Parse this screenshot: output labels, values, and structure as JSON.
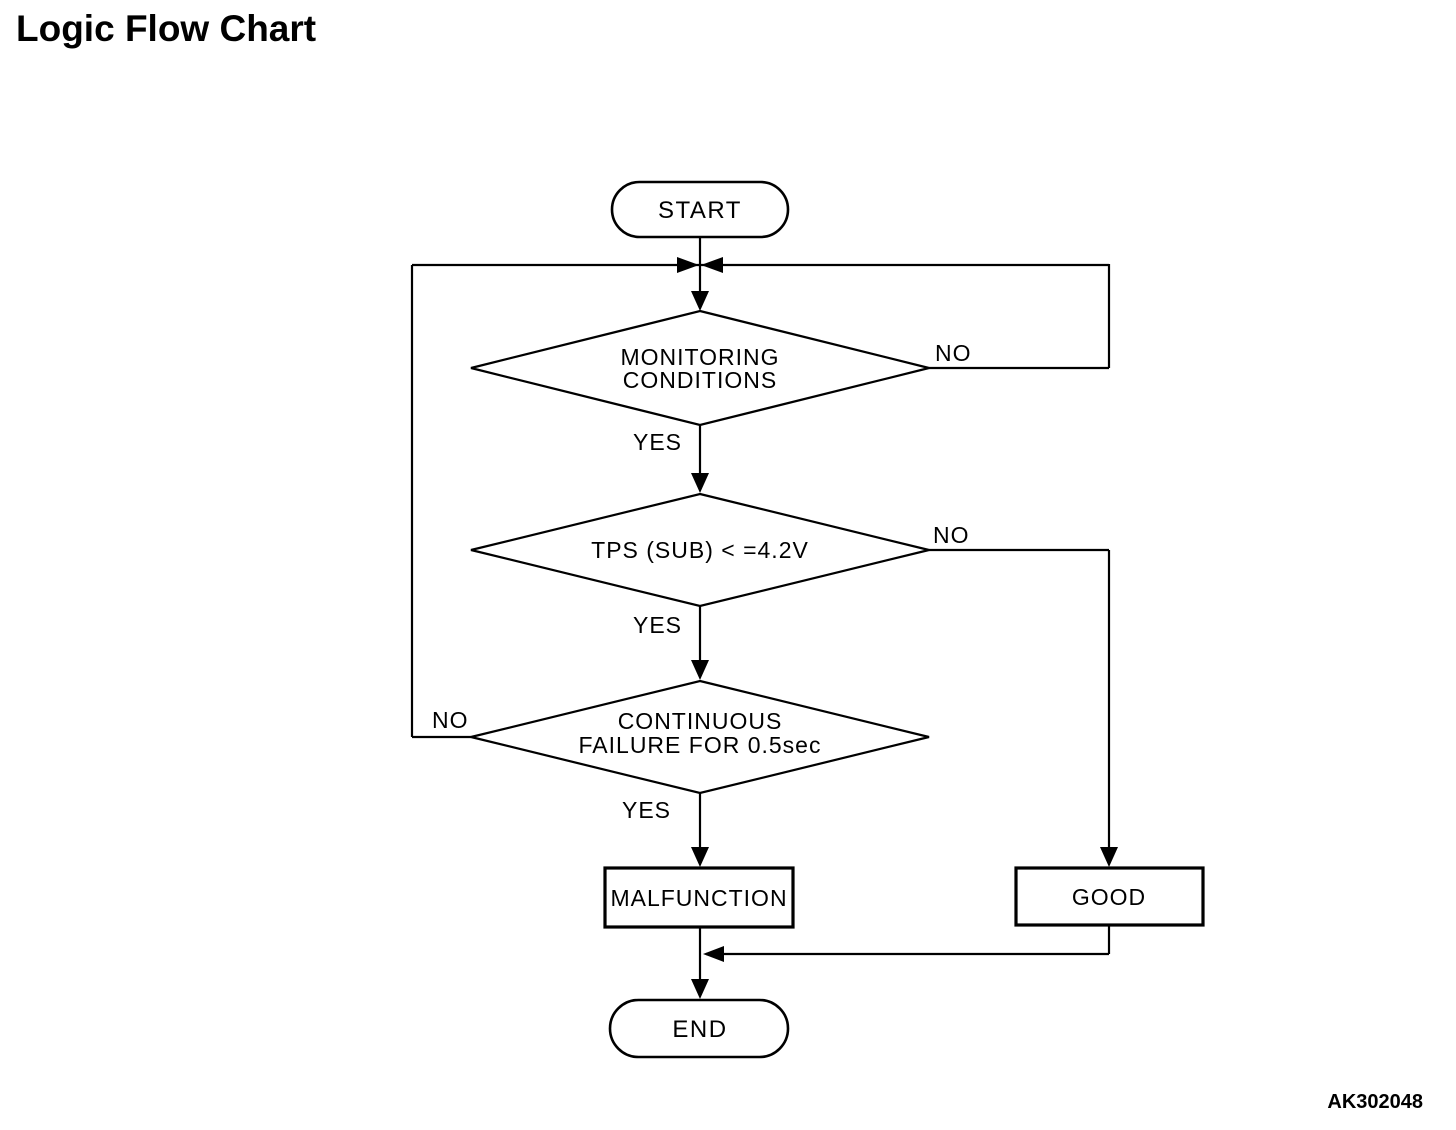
{
  "page": {
    "title": "Logic Flow Chart",
    "figure_code": "AK302048"
  },
  "flowchart": {
    "colors": {
      "line": "#000000",
      "text": "#000000",
      "background": "#ffffff"
    },
    "nodes": {
      "start": {
        "type": "terminator",
        "label": "START"
      },
      "monitoring": {
        "type": "decision",
        "line1": "MONITORING",
        "line2": "CONDITIONS"
      },
      "tps": {
        "type": "decision",
        "label": "TPS (SUB) < =4.2V"
      },
      "continuous": {
        "type": "decision",
        "line1": "CONTINUOUS",
        "line2": "FAILURE FOR 0.5sec"
      },
      "malfunction": {
        "type": "process",
        "label": "MALFUNCTION"
      },
      "good": {
        "type": "process",
        "label": "GOOD"
      },
      "end": {
        "type": "terminator",
        "label": "END"
      }
    },
    "edge_labels": {
      "monitoring_no": "NO",
      "monitoring_yes": "YES",
      "tps_no": "NO",
      "tps_yes": "YES",
      "continuous_no": "NO",
      "continuous_yes": "YES"
    }
  }
}
